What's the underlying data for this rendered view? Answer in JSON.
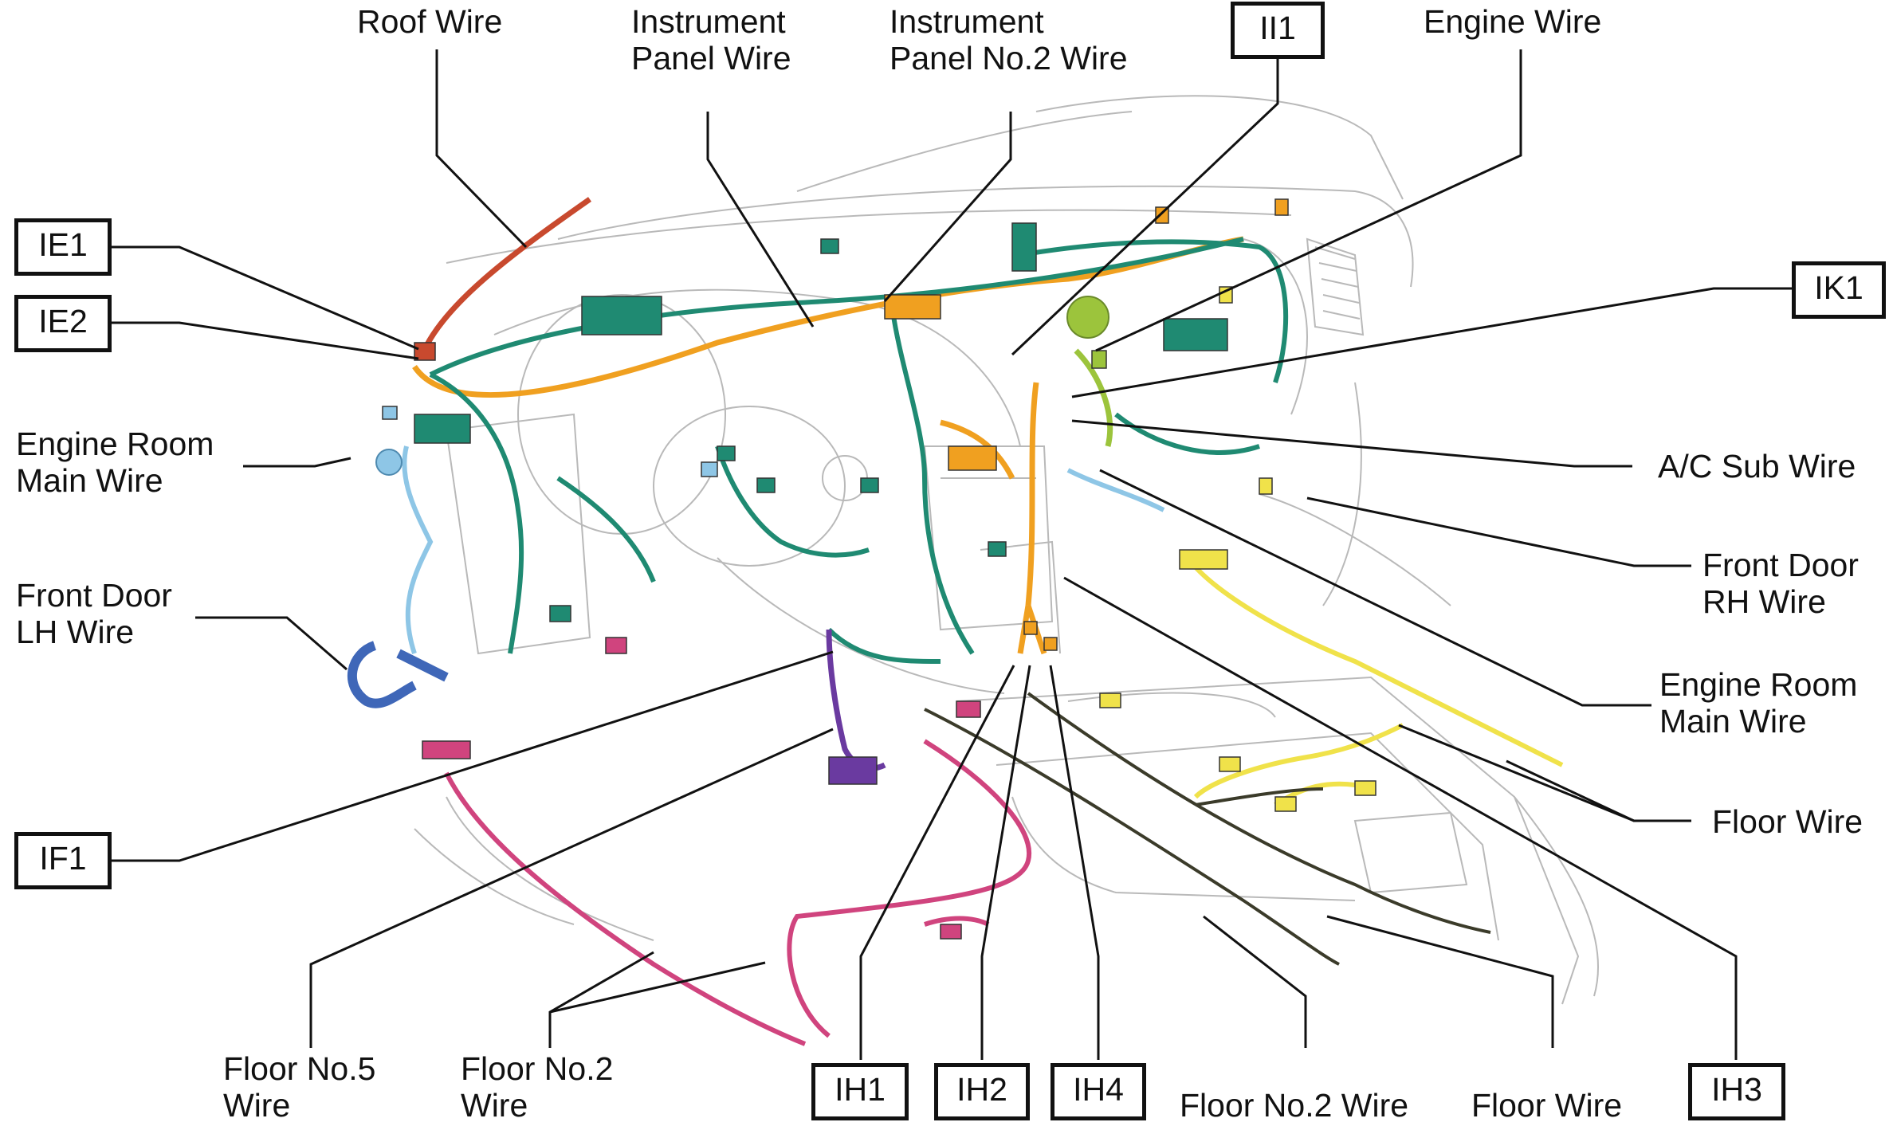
{
  "labels": {
    "roof_wire": "Roof Wire",
    "instrument_panel_wire": [
      "Instrument",
      "Panel Wire"
    ],
    "instrument_panel_no2_wire": [
      "Instrument",
      "Panel No.2 Wire"
    ],
    "engine_wire": "Engine Wire",
    "engine_room_main_wire_left": [
      "Engine Room",
      "Main Wire"
    ],
    "front_door_lh_wire": [
      "Front Door",
      "LH Wire"
    ],
    "ac_sub_wire": "A/C Sub Wire",
    "front_door_rh_wire": [
      "Front Door",
      "RH Wire"
    ],
    "engine_room_main_wire_right": [
      "Engine Room",
      "Main Wire"
    ],
    "floor_wire_right": "Floor Wire",
    "floor_no5_wire": [
      "Floor No.5",
      "Wire"
    ],
    "floor_no2_wire_left": [
      "Floor No.2",
      "Wire"
    ],
    "floor_no2_wire_bottom": "Floor No.2 Wire",
    "floor_wire_bottom": "Floor Wire"
  },
  "connectors": {
    "ii1": "II1",
    "ie1": "IE1",
    "ie2": "IE2",
    "ik1": "IK1",
    "if1": "IF1",
    "ih1": "IH1",
    "ih2": "IH2",
    "ih4": "IH4",
    "ih3": "IH3"
  },
  "colors": {
    "outline": "#b9b9b9",
    "leader": "#111111",
    "roof": "#c8492e",
    "instrument": "#f0a020",
    "main": "#1f8a72",
    "engine": "#9cc43c",
    "door_lh": "#3f67b8",
    "engine_room": "#8ec6e6",
    "floor": "#f0e24a",
    "floor_no2": "#d0447e",
    "floor_no5": "#6a3aa0"
  }
}
